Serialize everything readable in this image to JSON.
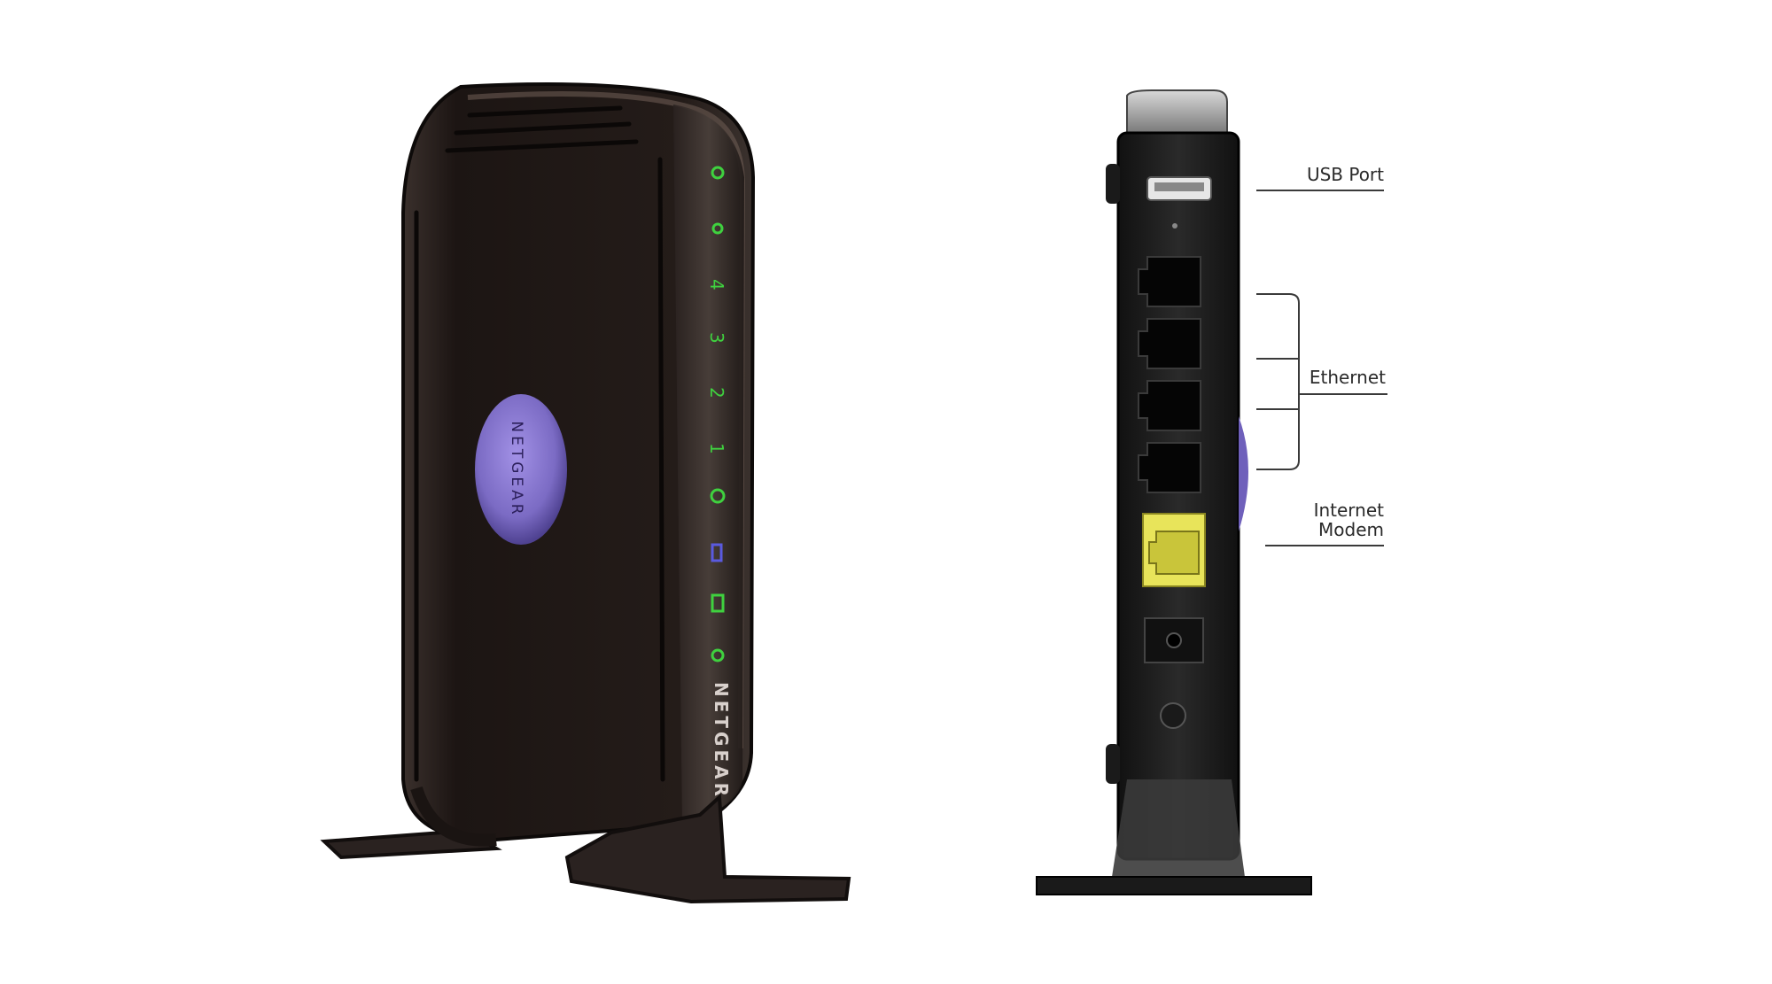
{
  "front_view": {
    "brand_badge": "NETGEAR",
    "brand_side": "NETGEAR",
    "led_labels": [
      "4",
      "3",
      "2",
      "1"
    ],
    "led_color": "#3fd13f",
    "body_color": "#201917",
    "badge_color": "#7b6bc4"
  },
  "rear_view": {
    "callouts": {
      "usb_port": "USB Port",
      "ethernet": "Ethernet",
      "internet_line1": "Internet",
      "internet_line2": "Modem"
    },
    "internet_port_color": "#e8e45a"
  }
}
